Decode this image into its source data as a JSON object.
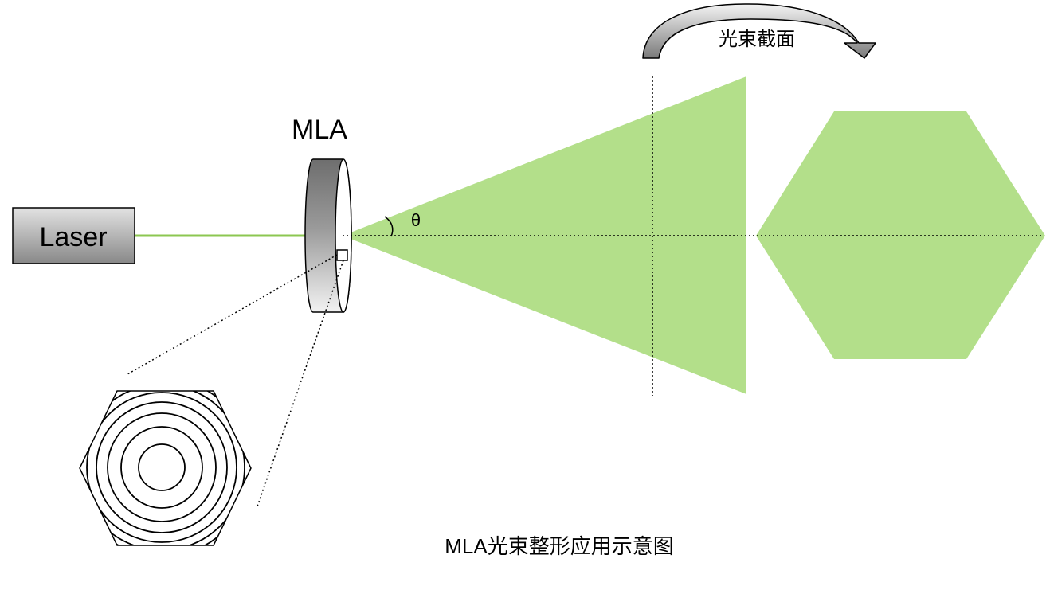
{
  "laser": {
    "label": "Laser"
  },
  "mla": {
    "label": "MLA"
  },
  "angle": {
    "symbol": "θ"
  },
  "cross_section": {
    "label": "光束截面"
  },
  "caption": {
    "text": "MLA光束整形应用示意图"
  },
  "colors": {
    "beam": "#b3df8a",
    "laser_line": "#8cc751",
    "laser_box_top": "#dcdcdc",
    "laser_box_bottom": "#8a8a8a",
    "outline": "#000000"
  }
}
